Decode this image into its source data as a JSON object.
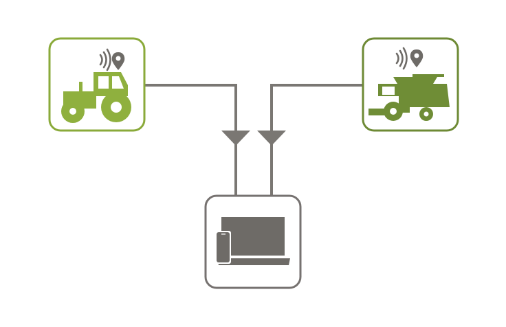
{
  "nodes": [
    {
      "id": "tractor",
      "icon": "tractor-icon",
      "signal_icon": "wireless-signal-icon",
      "location_icon": "location-pin-icon",
      "border_color": "#8aaa3a",
      "icon_color": "#8fb03e"
    },
    {
      "id": "combine",
      "icon": "combine-harvester-icon",
      "signal_icon": "wireless-signal-icon",
      "location_icon": "location-pin-icon",
      "border_color": "#6e8a35",
      "icon_color": "#6f8d36"
    },
    {
      "id": "devices",
      "icon": "computer-devices-icon",
      "border_color": "#767270",
      "icon_color": "#6e6b67"
    }
  ],
  "edges": [
    {
      "from": "tractor",
      "to": "devices",
      "color": "#7a7773"
    },
    {
      "from": "combine",
      "to": "devices",
      "color": "#7a7773"
    }
  ],
  "colors": {
    "background": "#ffffff",
    "connector": "#7a7773",
    "signal_gray": "#6e6b67"
  }
}
